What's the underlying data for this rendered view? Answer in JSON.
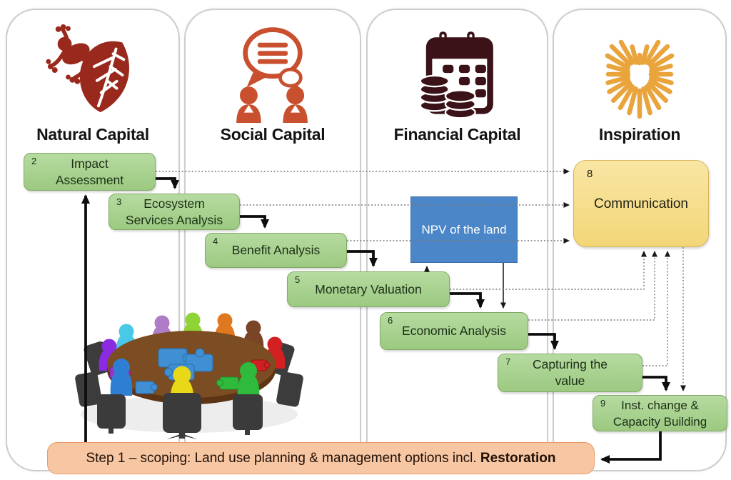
{
  "columns": [
    {
      "title": "Natural Capital",
      "icon": "frog-leaf-icon"
    },
    {
      "title": "Social Capital",
      "icon": "people-chat-icon"
    },
    {
      "title": "Financial Capital",
      "icon": "calendar-coins-icon"
    },
    {
      "title": "Inspiration",
      "icon": "starburst-heart-icon"
    }
  ],
  "boxes": {
    "impact": {
      "num": "2",
      "line1": "Impact",
      "line2": "Assessment"
    },
    "ecosystem": {
      "num": "3",
      "line1": "Ecosystem",
      "line2": "Services Analysis"
    },
    "benefit": {
      "num": "4",
      "line1": "Benefit Analysis"
    },
    "monetary": {
      "num": "5",
      "line1": "Monetary Valuation"
    },
    "economic": {
      "num": "6",
      "line1": "Economic Analysis"
    },
    "capturing": {
      "num": "7",
      "line1": "Capturing the",
      "line2": "value"
    },
    "communication": {
      "num": "8",
      "line1": "Communication"
    },
    "institutional": {
      "num": "9",
      "line1": "Inst.  change &",
      "line2": "Capacity Building"
    },
    "npv": {
      "line1": "NPV of the land"
    }
  },
  "step_bar": {
    "text": "Step 1 – scoping: Land use planning & management options incl. ",
    "highlight": "Restoration"
  },
  "colors": {
    "box_green": "#b6dba0",
    "box_yellow": "#f9e6a4",
    "box_blue": "#4a86c8",
    "bar_salmon": "#f7c6a2",
    "icon_natural": "#9a291d",
    "icon_social": "#c8502f",
    "icon_financial": "#3b1217",
    "icon_inspiration": "#e9a43c"
  }
}
